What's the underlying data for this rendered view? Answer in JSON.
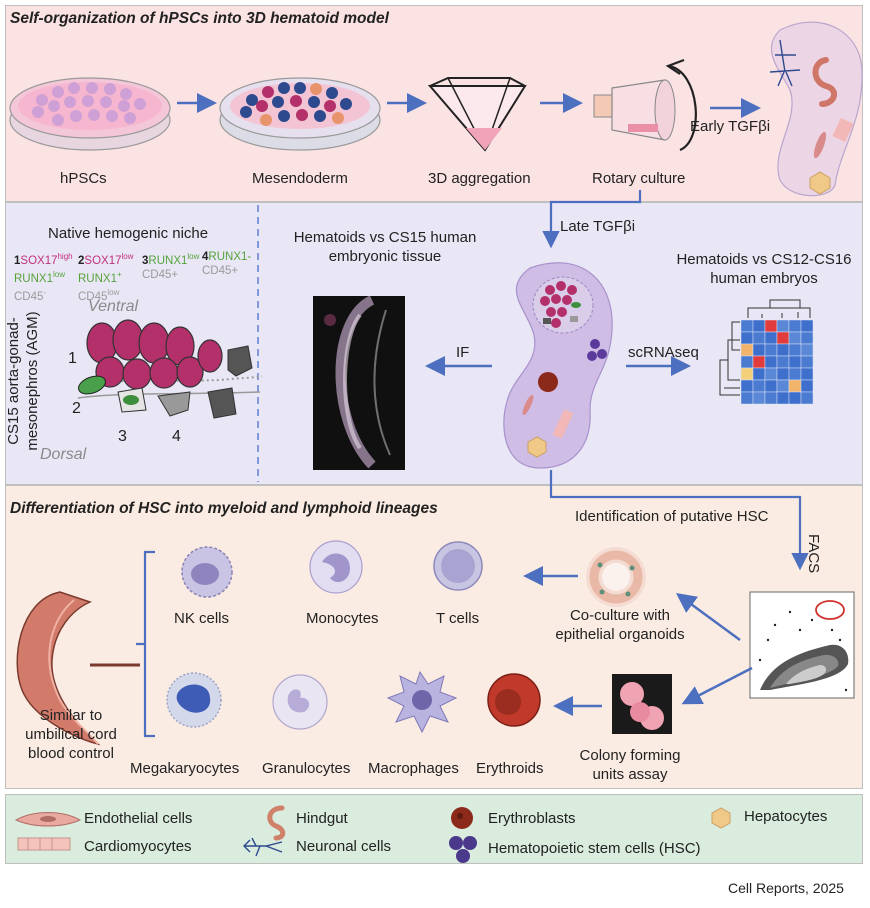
{
  "colors": {
    "top_panel": "#fbe3e4",
    "middle_panel": "#e9e7f5",
    "bottom_panel": "#fbece3",
    "legend_panel": "#d9ecde",
    "arrow": "#4d6fbf",
    "sox17": "#c2307f",
    "runx1": "#55a33c"
  },
  "top": {
    "title": "Self-organization of hPSCs into 3D hematoid model",
    "steps": [
      "hPSCs",
      "Mesendoderm",
      "3D aggregation",
      "Rotary culture"
    ],
    "early_label": "Early TGFβi"
  },
  "middle": {
    "late_label": "Late TGFβi",
    "niche_title": "Native hemogenic niche",
    "markers": [
      {
        "num": "1",
        "line1": "SOX17",
        "sup1": "high",
        "line2": "RUNX1",
        "sup2": "low",
        "line3": "CD45",
        "sup3": "-"
      },
      {
        "num": "2",
        "line1": "SOX17",
        "sup1": "low",
        "line2": "RUNX1",
        "sup2": "+",
        "line3": "CD45",
        "sup3": "low"
      },
      {
        "num": "3",
        "line1": "RUNX1",
        "sup1": "low",
        "line2": "CD45+",
        "sup2": ""
      },
      {
        "num": "4",
        "line1": "RUNX1-",
        "sup1": "",
        "line2": "CD45+",
        "sup2": ""
      }
    ],
    "vertical_label_line1": "CS15 aorta-gonad-",
    "vertical_label_line2": "mesonephros (AGM)",
    "ventral": "Ventral",
    "dorsal": "Dorsal",
    "niche_numbers": [
      "1",
      "2",
      "3",
      "4"
    ],
    "if_title_line1": "Hematoids vs CS15 human",
    "if_title_line2": "embryonic tissue",
    "if_label": "IF",
    "scrna_title_line1": "Hematoids vs CS12-CS16",
    "scrna_title_line2": "human embryos",
    "scrna_label": "scRNAseq"
  },
  "bottom": {
    "title": "Differentiation of HSC into myeloid and lymphoid lineages",
    "identification": "Identification of putative HSC",
    "facs": "FACS",
    "coculture_line1": "Co-culture with",
    "coculture_line2": "epithelial organoids",
    "colony_line1": "Colony forming",
    "colony_line2": "units assay",
    "similar_line1": "Similar to",
    "similar_line2": "umbilical cord",
    "similar_line3": "blood control",
    "cells_top": [
      "NK cells",
      "Monocytes",
      "T cells"
    ],
    "cells_bottom": [
      "Megakaryocytes",
      "Granulocytes",
      "Macrophages",
      "Erythroids"
    ]
  },
  "legend": {
    "items": [
      {
        "label": "Endothelial cells",
        "icon": "endothelial-icon"
      },
      {
        "label": "Cardiomyocytes",
        "icon": "cardiomyocyte-icon"
      },
      {
        "label": "Hindgut",
        "icon": "hindgut-icon"
      },
      {
        "label": "Neuronal cells",
        "icon": "neuron-icon"
      },
      {
        "label": "Erythroblasts",
        "icon": "erythroblast-icon"
      },
      {
        "label": "Hematopoietic stem cells (HSC)",
        "icon": "hsc-icon"
      },
      {
        "label": "Hepatocytes",
        "icon": "hepatocyte-icon"
      }
    ]
  },
  "citation": "Cell Reports, 2025"
}
